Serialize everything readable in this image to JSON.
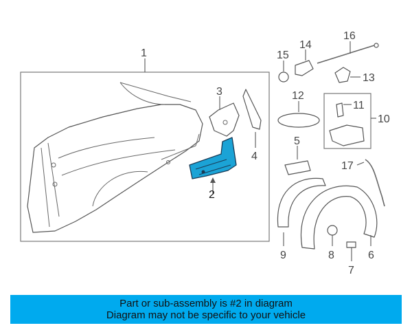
{
  "diagram": {
    "callouts": {
      "c1": "1",
      "c2": "2",
      "c3": "3",
      "c4": "4",
      "c5": "5",
      "c6": "6",
      "c7": "7",
      "c8": "8",
      "c9": "9",
      "c10": "10",
      "c11": "11",
      "c12": "12",
      "c13": "13",
      "c14": "14",
      "c15": "15",
      "c16": "16",
      "c17": "17"
    },
    "highlight_color": "#1ba3d6"
  },
  "banner": {
    "line1": "Part or sub-assembly is #2 in diagram",
    "line2": "Diagram may not be specific to your vehicle",
    "color": "#00aaee"
  }
}
